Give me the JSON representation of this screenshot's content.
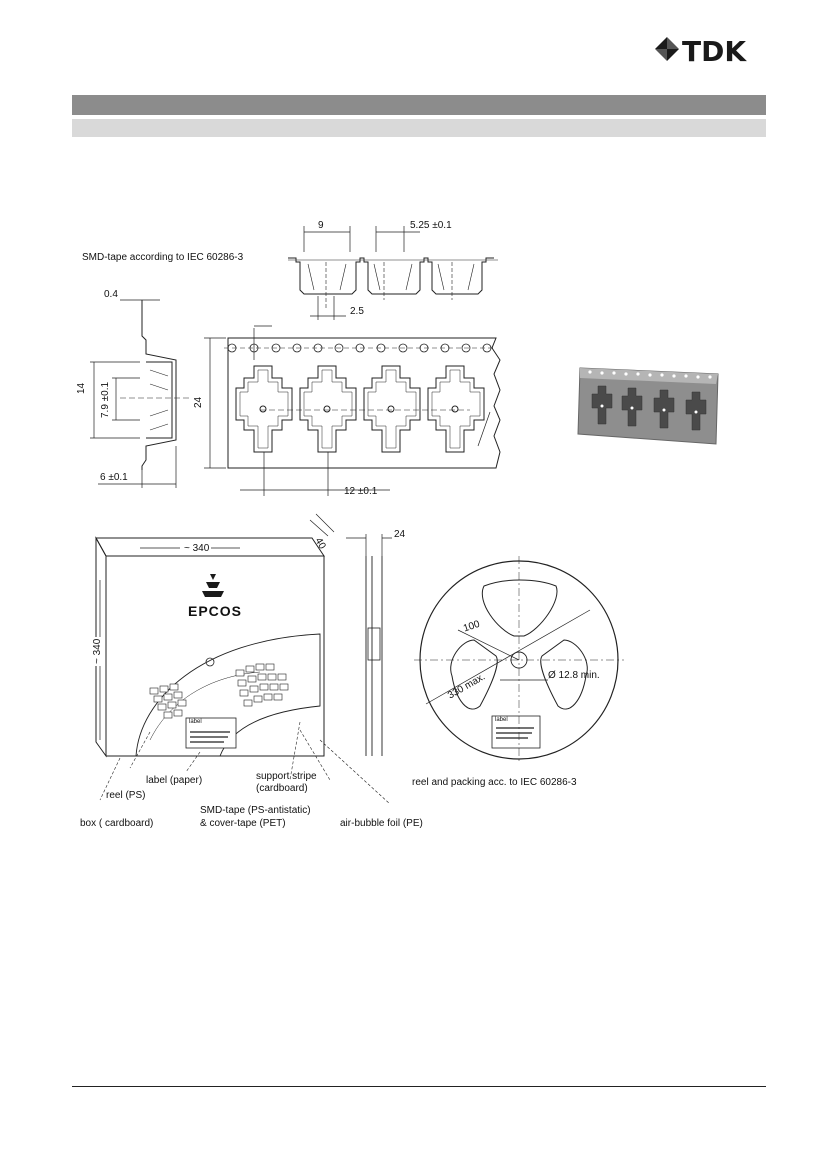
{
  "logo": {
    "text": "TDK"
  },
  "tape": {
    "title": "SMD-tape according to IEC 60286-3",
    "dim_pitch_top": "9",
    "dim_top_right": "5.25 ±0.1",
    "dim_hole": "2.5",
    "dim_thickness": "0.4",
    "dim_height_14": "14",
    "dim_inner": "7.9 ±0.1",
    "dim_width_24": "24",
    "dim_bottom_left": "6 ±0.1",
    "dim_pitch_12": "12 ±0.1"
  },
  "box": {
    "dim_width": "~ 340",
    "dim_height": "~ 340",
    "dim_depth": "40",
    "brand": "EPCOS",
    "label_text": "label"
  },
  "reel": {
    "dim_width": "24",
    "dim_radius": "100",
    "dim_diameter": "330 max.",
    "dim_hub": "Ø 12.8 min.",
    "label_text": "label"
  },
  "legend": {
    "label_paper": "label (paper)",
    "reel_ps": "reel (PS)",
    "box_cardboard": "box ( cardboard)",
    "support_stripe_1": "support stripe",
    "support_stripe_2": "(cardboard)",
    "smd_tape_1": "SMD-tape (PS-antistatic)",
    "smd_tape_2": "& cover-tape (PET)",
    "air_bubble": "air-bubble foil (PE)",
    "reel_packing": "reel and packing acc. to IEC 60286-3"
  }
}
